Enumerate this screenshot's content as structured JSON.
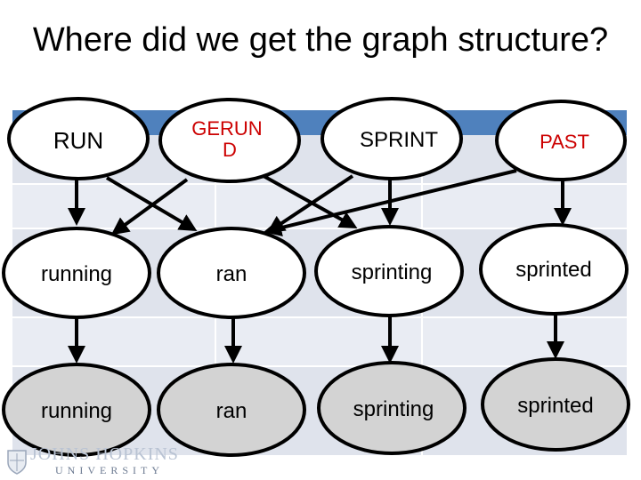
{
  "title": "Where did we get the graph structure?",
  "colors": {
    "table_header": "#4f81bd",
    "table_band": "#dfe3ec",
    "table_cell": "#e9ecf3",
    "node_stroke": "#000000",
    "node_fill_white": "#ffffff",
    "node_fill_gray": "#d3d3d3",
    "arrow": "#000000"
  },
  "nodes": {
    "run": "RUN",
    "gerund": "GERUN\nD",
    "sprint": "SPRINT",
    "past": "PAST",
    "running_1": "running",
    "ran_1": "ran",
    "sprinting_1": "sprinting",
    "sprinted_1": "sprinted",
    "running_2": "running",
    "ran_2": "ran",
    "sprinting_2": "sprinting",
    "sprinted_2": "sprinted"
  },
  "logo": {
    "name": "JOHNS HOPKINS",
    "sub": "UNIVERSITY"
  }
}
